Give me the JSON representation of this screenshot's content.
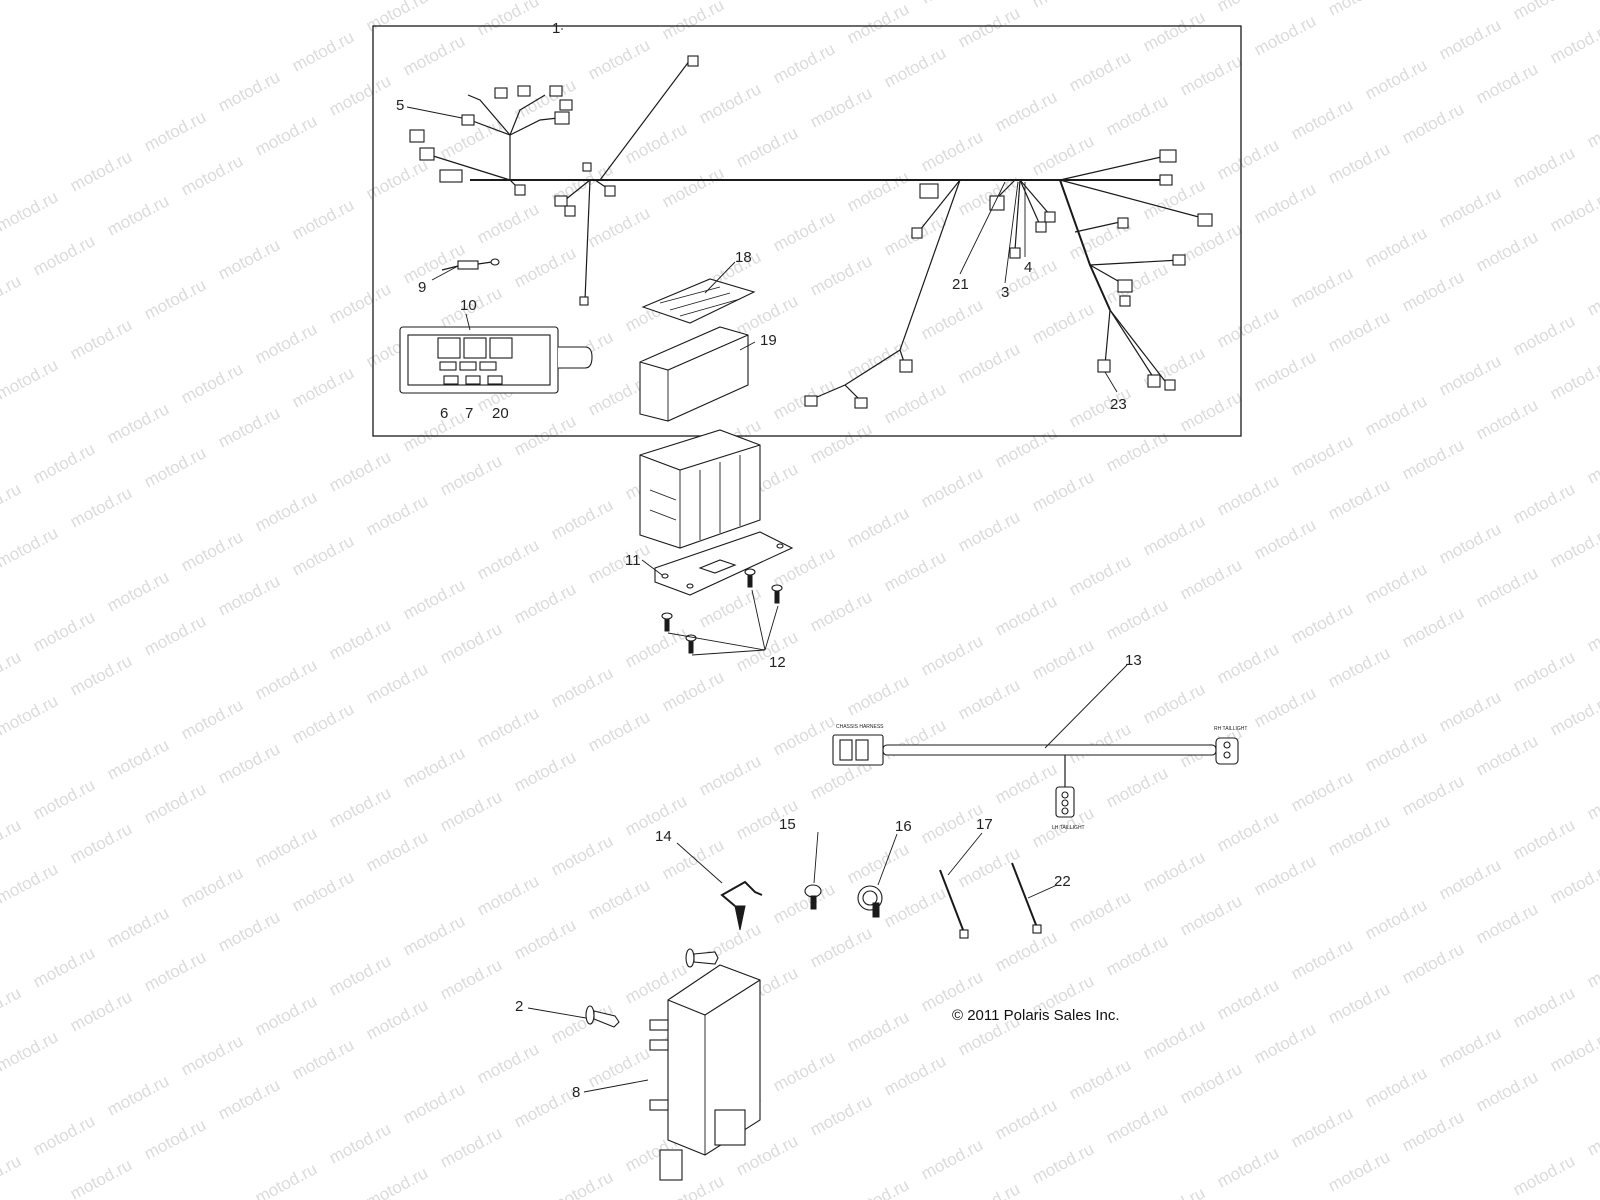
{
  "watermark": {
    "text": "motod.ru"
  },
  "copyright": "© 2011 Polaris Sales Inc.",
  "callouts": [
    {
      "id": "c1",
      "label": "1"
    },
    {
      "id": "c2",
      "label": "2"
    },
    {
      "id": "c3",
      "label": "3"
    },
    {
      "id": "c4",
      "label": "4"
    },
    {
      "id": "c5",
      "label": "5"
    },
    {
      "id": "c6",
      "label": "6"
    },
    {
      "id": "c7",
      "label": "7"
    },
    {
      "id": "c8",
      "label": "8"
    },
    {
      "id": "c9",
      "label": "9"
    },
    {
      "id": "c10",
      "label": "10"
    },
    {
      "id": "c11",
      "label": "11"
    },
    {
      "id": "c12",
      "label": "12"
    },
    {
      "id": "c13",
      "label": "13"
    },
    {
      "id": "c14",
      "label": "14"
    },
    {
      "id": "c15",
      "label": "15"
    },
    {
      "id": "c16",
      "label": "16"
    },
    {
      "id": "c17",
      "label": "17"
    },
    {
      "id": "c18",
      "label": "18"
    },
    {
      "id": "c19",
      "label": "19"
    },
    {
      "id": "c20",
      "label": "20"
    },
    {
      "id": "c21",
      "label": "21"
    },
    {
      "id": "c22",
      "label": "22"
    },
    {
      "id": "c23",
      "label": "23"
    }
  ],
  "harness_labels": {
    "chassis": "CHASSIS HARNESS",
    "rh": "RH TAILLIGHT",
    "lh": "LH TAILLIGHT"
  },
  "icons": [
    "wire-harness-icon",
    "fuse-box-icon",
    "ecu-module-icon",
    "push-rivet-icon",
    "clip-icon",
    "cable-tie-icon",
    "bracket-icon",
    "bolt-icon"
  ]
}
